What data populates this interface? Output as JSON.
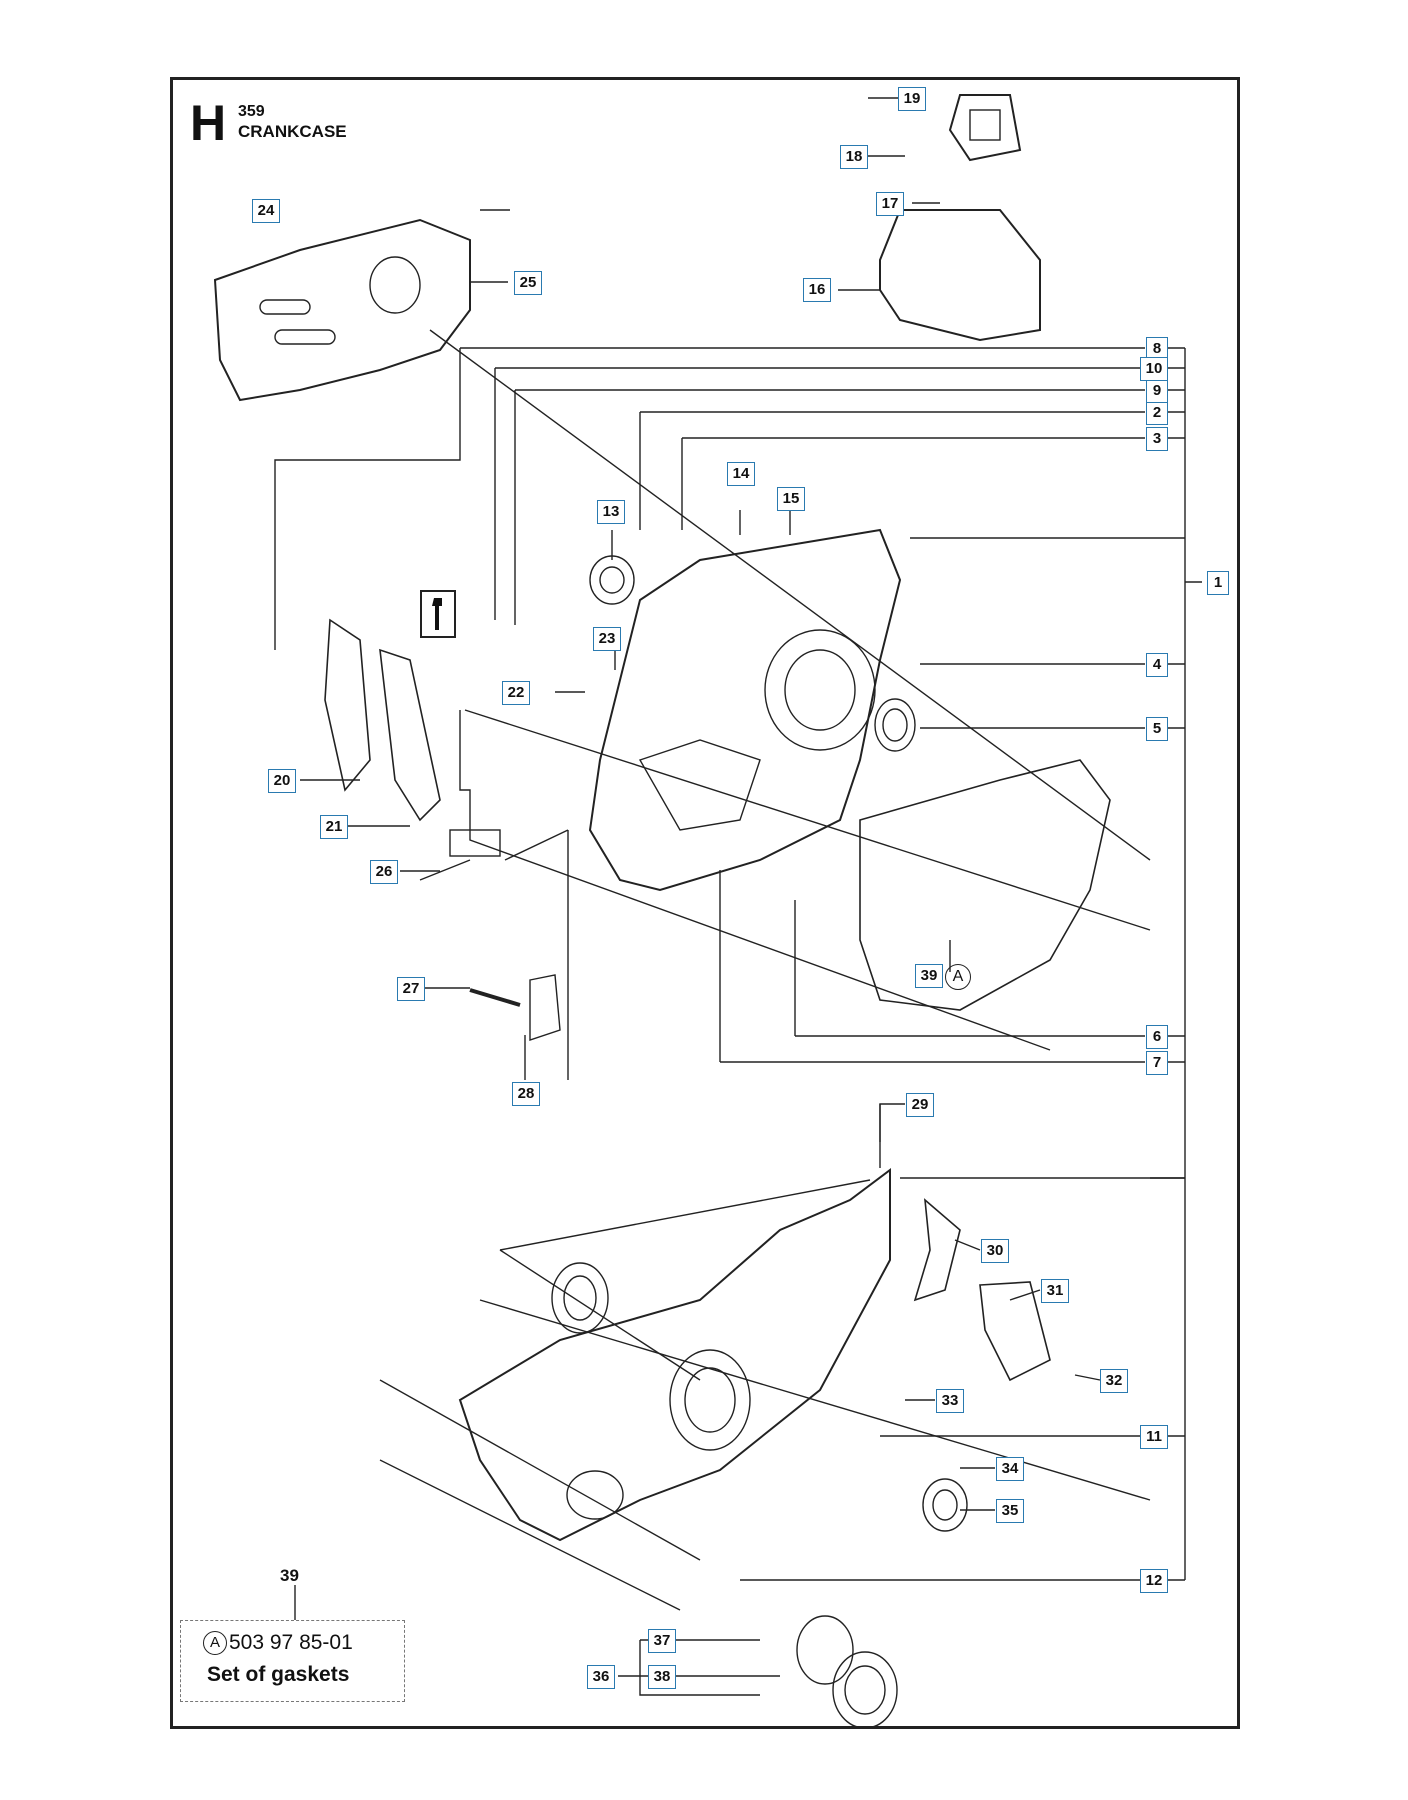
{
  "header": {
    "section_letter": "H",
    "model": "359",
    "title": "CRANKCASE"
  },
  "legend": {
    "part_number": "39",
    "marker": "A",
    "code": "503 97 85-01",
    "description": "Set of gaskets"
  },
  "diagram_marker": "A",
  "callouts": [
    "1",
    "2",
    "3",
    "4",
    "5",
    "6",
    "7",
    "8",
    "9",
    "10",
    "11",
    "12",
    "13",
    "14",
    "15",
    "16",
    "17",
    "18",
    "19",
    "20",
    "21",
    "22",
    "23",
    "24",
    "25",
    "26",
    "27",
    "28",
    "29",
    "30",
    "31",
    "32",
    "33",
    "34",
    "35",
    "36",
    "37",
    "38",
    "39"
  ],
  "icons": [
    "wrench-icon"
  ],
  "colors": {
    "callout_border": "#2a7ab0",
    "frame": "#222222"
  }
}
